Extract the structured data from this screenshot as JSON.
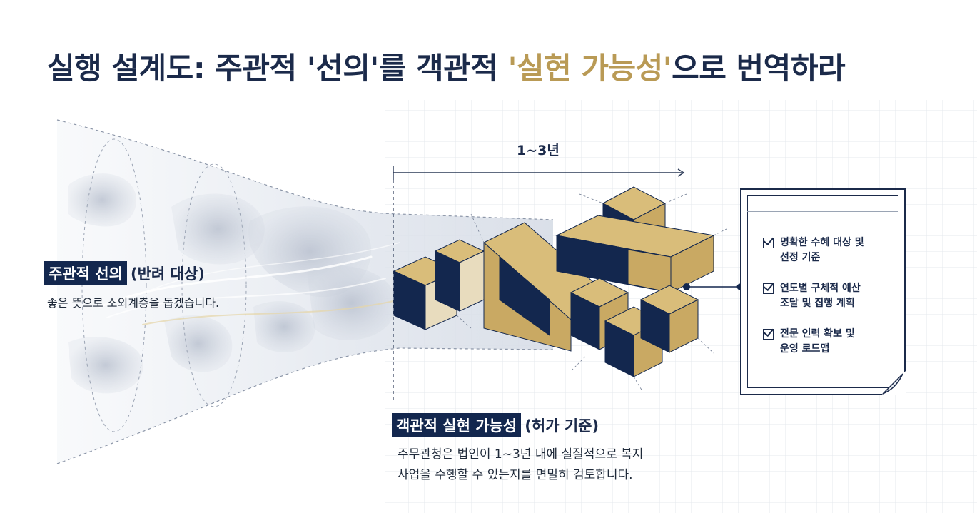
{
  "title": {
    "prefix": "실행 설계도: 주관적 '선의'를 객관적 ",
    "highlight": "'실현 가능성'",
    "suffix": "으로 번역하라"
  },
  "left": {
    "tag": "주관적 선의",
    "note": "(반려 대상)",
    "description": "좋은 뜻으로 소외계층을 돕겠습니다."
  },
  "timeline": {
    "label": "1~3년"
  },
  "bottom": {
    "tag": "객관적 실현 가능성",
    "note": "(허가 기준)",
    "line1": "주무관청은 법인이 1~3년 내에 실질적으로 복지",
    "line2": "사업을 수행할 수 있는지를 면밀히 검토합니다."
  },
  "checklist": [
    {
      "label": "명확한 수혜 대상 및\n선정 기준"
    },
    {
      "label": "연도별 구체적 예산\n조달 및 집행 계획"
    },
    {
      "label": "전문 인력 확보 및\n운영 로드맵"
    }
  ],
  "colors": {
    "navy": "#13274e",
    "gold": "#c9a963",
    "background_grid": "#e4e8ee"
  },
  "icons": [
    "check-icon"
  ]
}
